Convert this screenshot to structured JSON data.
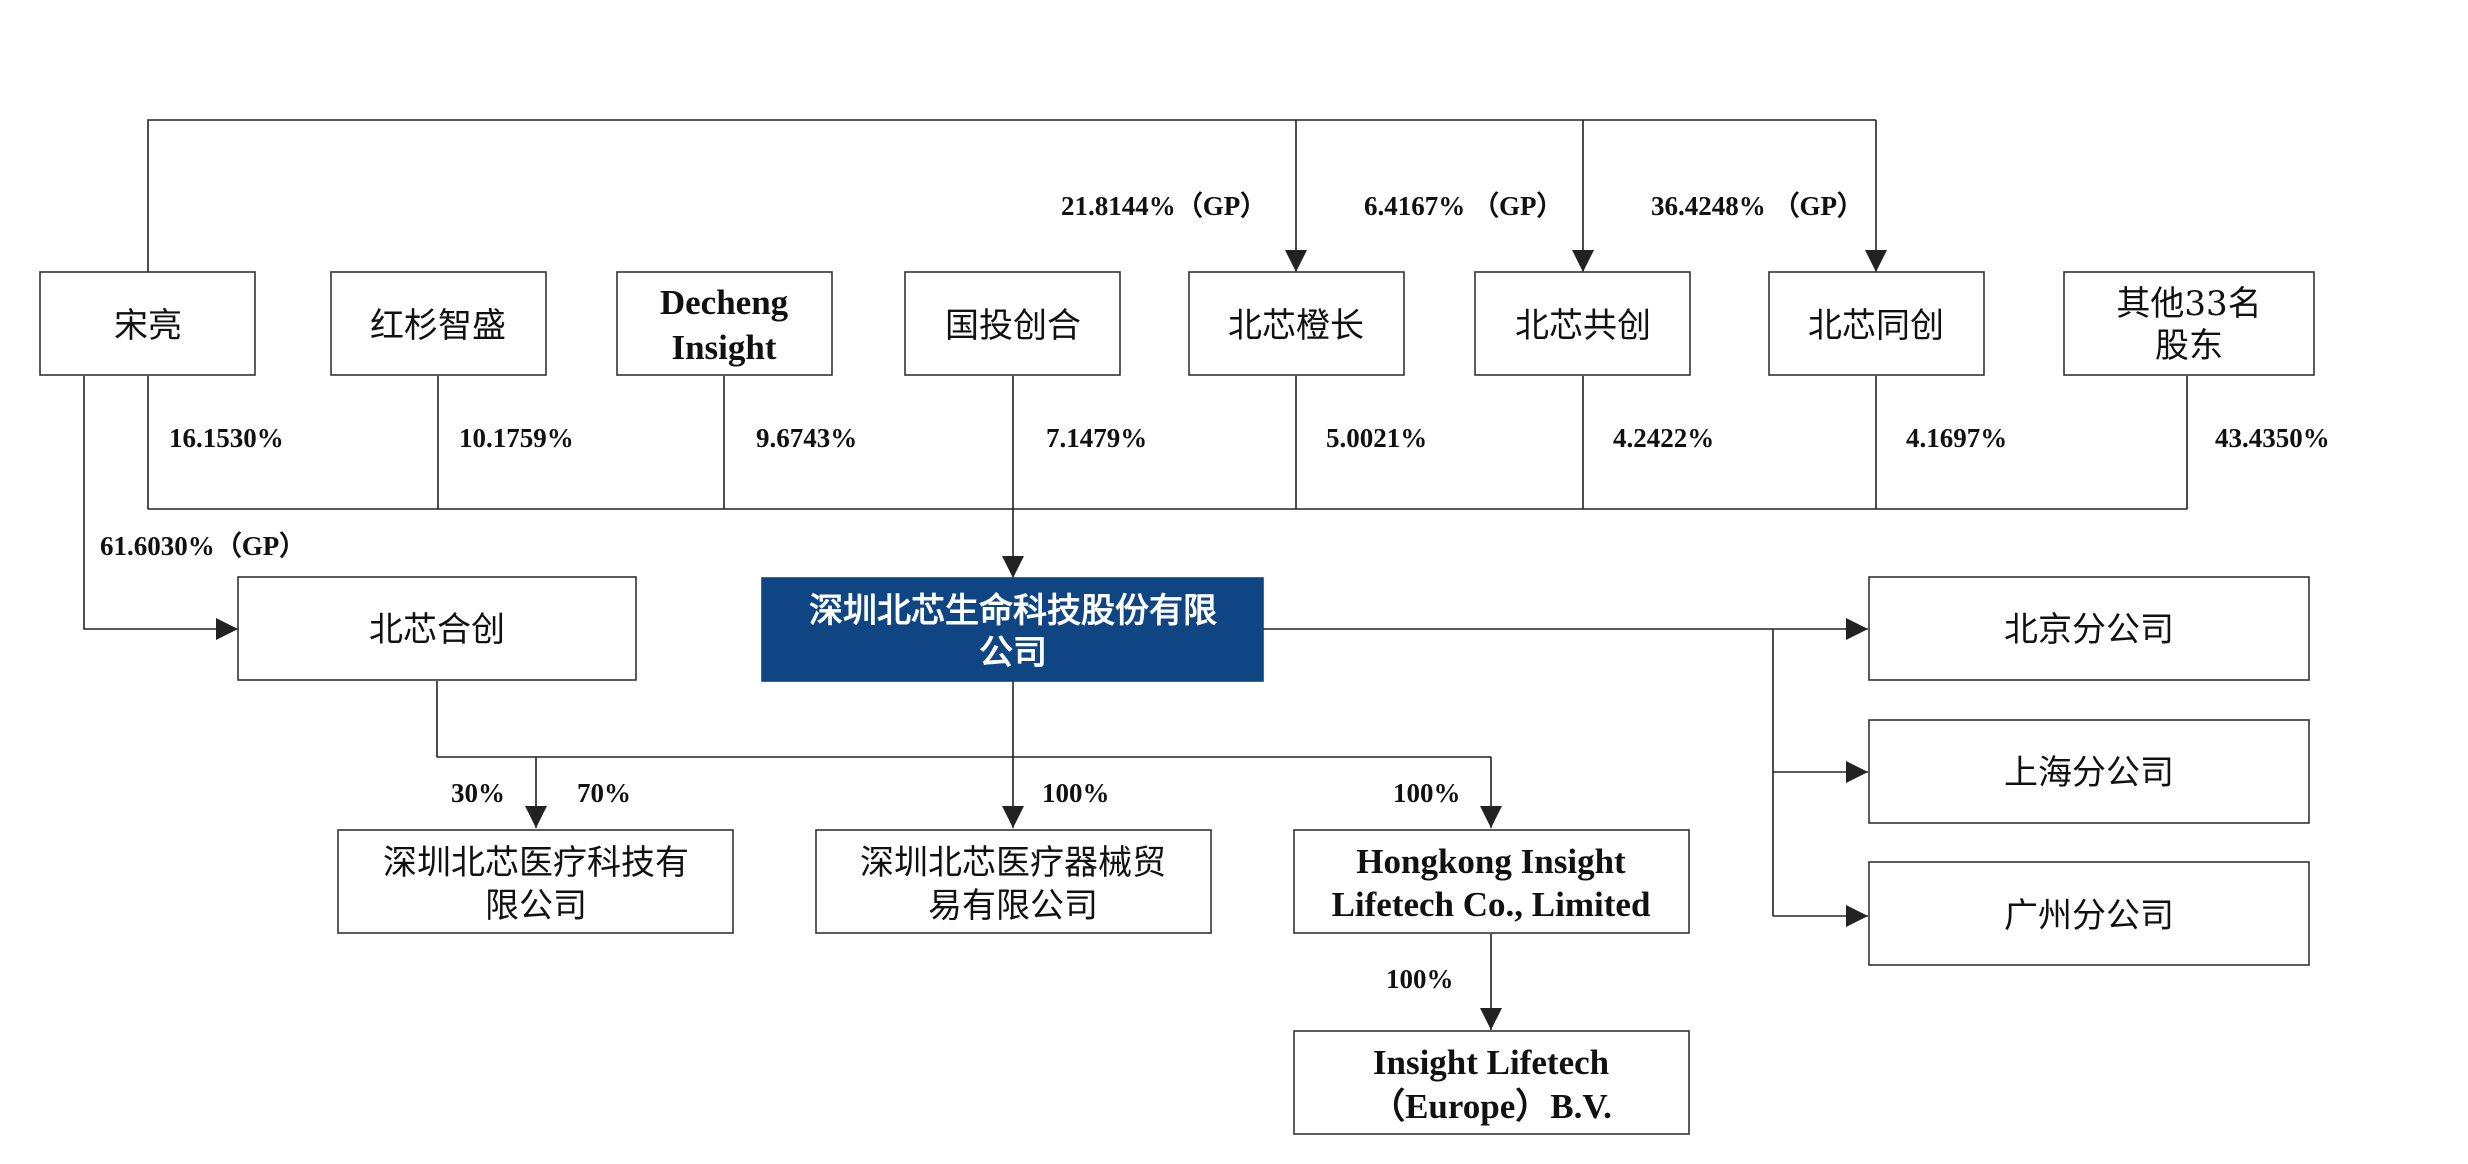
{
  "entities": {
    "song_liang": "宋亮",
    "hongshan": "红杉智盛",
    "decheng": [
      "Decheng",
      "Insight"
    ],
    "guotou": "国投创合",
    "chengzhang": "北芯橙长",
    "gongchuang": "北芯共创",
    "tongchuang": "北芯同创",
    "others": [
      "其他33名",
      "股东"
    ],
    "hechuang": "北芯合创",
    "company": [
      "深圳北芯生命科技股份有限",
      "公司"
    ],
    "med_tech": [
      "深圳北芯医疗科技有",
      "限公司"
    ],
    "med_trade": [
      "深圳北芯医疗器械贸",
      "易有限公司"
    ],
    "hk": [
      "Hongkong Insight",
      "Lifetech Co., Limited"
    ],
    "europe": [
      "Insight Lifetech",
      "（Europe）B.V."
    ],
    "beijing": "北京分公司",
    "shanghai": "上海分公司",
    "guangzhou": "广州分公司"
  },
  "percentages": {
    "gp_chengzhang": "21.8144%（GP）",
    "gp_gongchuang": "6.4167% （GP）",
    "gp_tongchuang": "36.4248% （GP）",
    "song_liang": "16.1530%",
    "hongshan": "10.1759%",
    "decheng": "9.6743%",
    "guotou": "7.1479%",
    "chengzhang": "5.0021%",
    "gongchuang": "4.2422%",
    "tongchuang": "4.1697%",
    "others": "43.4350%",
    "gp_hechuang": "61.6030%（GP）",
    "med_tech_left": "30%",
    "med_tech_right": "70%",
    "med_trade": "100%",
    "hk": "100%",
    "europe": "100%"
  },
  "colors": {
    "company_fill": "#0f4583",
    "company_text": "#ffffff",
    "line": "#222222"
  }
}
